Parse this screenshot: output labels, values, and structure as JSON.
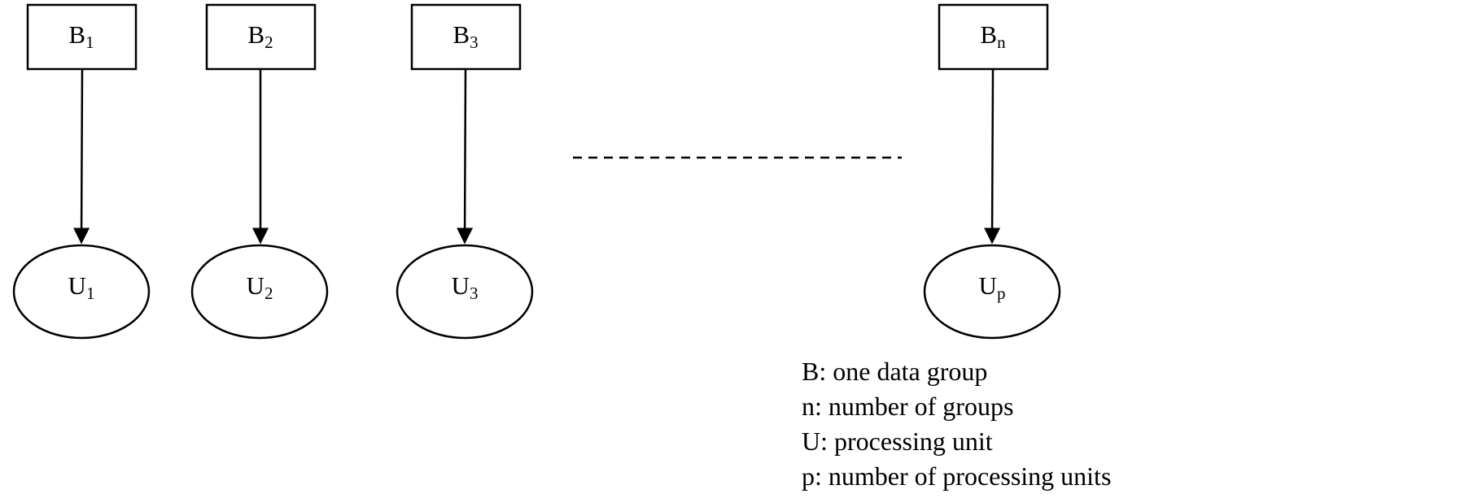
{
  "diagram": {
    "sources": [
      {
        "symbol": "B",
        "subscript": "1"
      },
      {
        "symbol": "B",
        "subscript": "2"
      },
      {
        "symbol": "B",
        "subscript": "3"
      },
      {
        "symbol": "B",
        "subscript": "n"
      }
    ],
    "units": [
      {
        "symbol": "U",
        "subscript": "1"
      },
      {
        "symbol": "U",
        "subscript": "2"
      },
      {
        "symbol": "U",
        "subscript": "3"
      },
      {
        "symbol": "U",
        "subscript": "p"
      }
    ],
    "colors": {
      "stroke": "#000000",
      "background": "#ffffff"
    }
  },
  "legend": [
    "B: one data group",
    "n: number of groups",
    "U: processing unit",
    "p: number of processing units"
  ]
}
